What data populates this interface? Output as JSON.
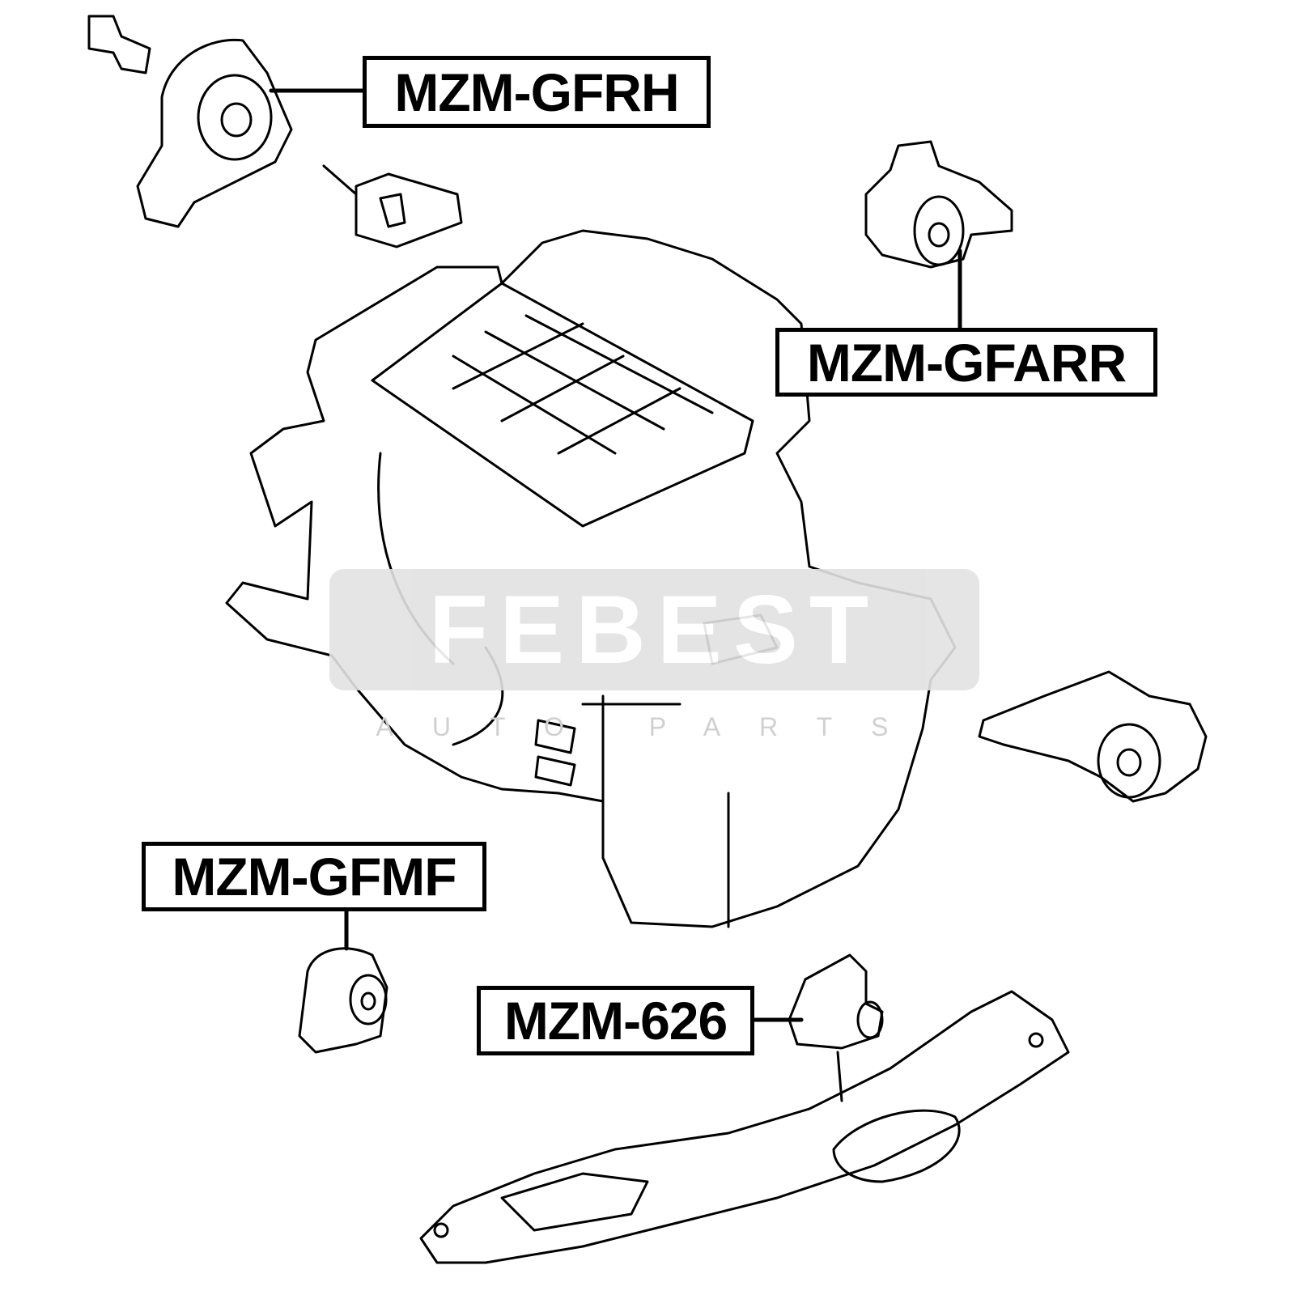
{
  "labels": {
    "gfrh": "MZM-GFRH",
    "gfarr": "MZM-GFARR",
    "gfmf": "MZM-GFMF",
    "m626": "MZM-626"
  },
  "watermark": {
    "brand": "FEBEST",
    "sub": "AUTO PARTS"
  }
}
